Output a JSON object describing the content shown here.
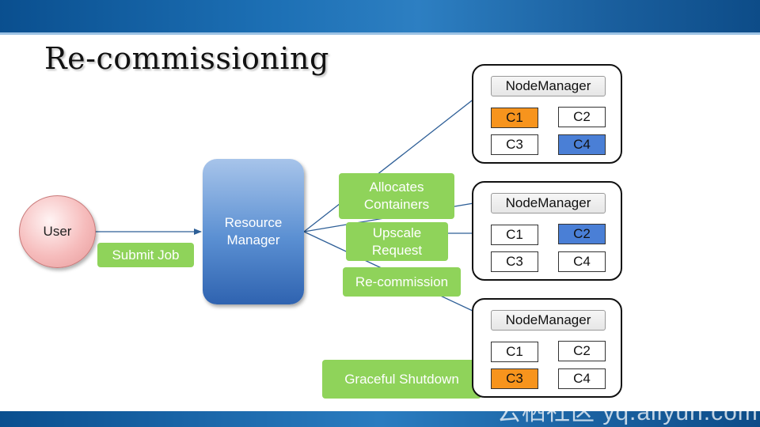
{
  "title": "Re-commissioning",
  "user_label": "User",
  "submit_job_label": "Submit Job",
  "rm_line1": "Resource",
  "rm_line2": "Manager",
  "allocates_line1": "Allocates",
  "allocates_line2": "Containers",
  "upscale_line1": "Upscale",
  "upscale_line2": "Request",
  "recommission_label": "Re-commission",
  "graceful_label": "Graceful Shutdown",
  "watermark": "云栖社区 yq.aliyun.com",
  "colors": {
    "container_busy": "#f7941d",
    "container_upscaled": "#4a7fd6",
    "action_box": "#8fd35a"
  },
  "node_managers": [
    {
      "label": "NodeManager",
      "containers": [
        "C1",
        "C2",
        "C3",
        "C4"
      ],
      "states": [
        "orange",
        "plain",
        "plain",
        "blue"
      ]
    },
    {
      "label": "NodeManager",
      "containers": [
        "C1",
        "C2",
        "C3",
        "C4"
      ],
      "states": [
        "plain",
        "blue",
        "plain",
        "plain"
      ]
    },
    {
      "label": "NodeManager",
      "containers": [
        "C1",
        "C2",
        "C3",
        "C4"
      ],
      "states": [
        "plain",
        "plain",
        "orange",
        "plain"
      ]
    }
  ]
}
